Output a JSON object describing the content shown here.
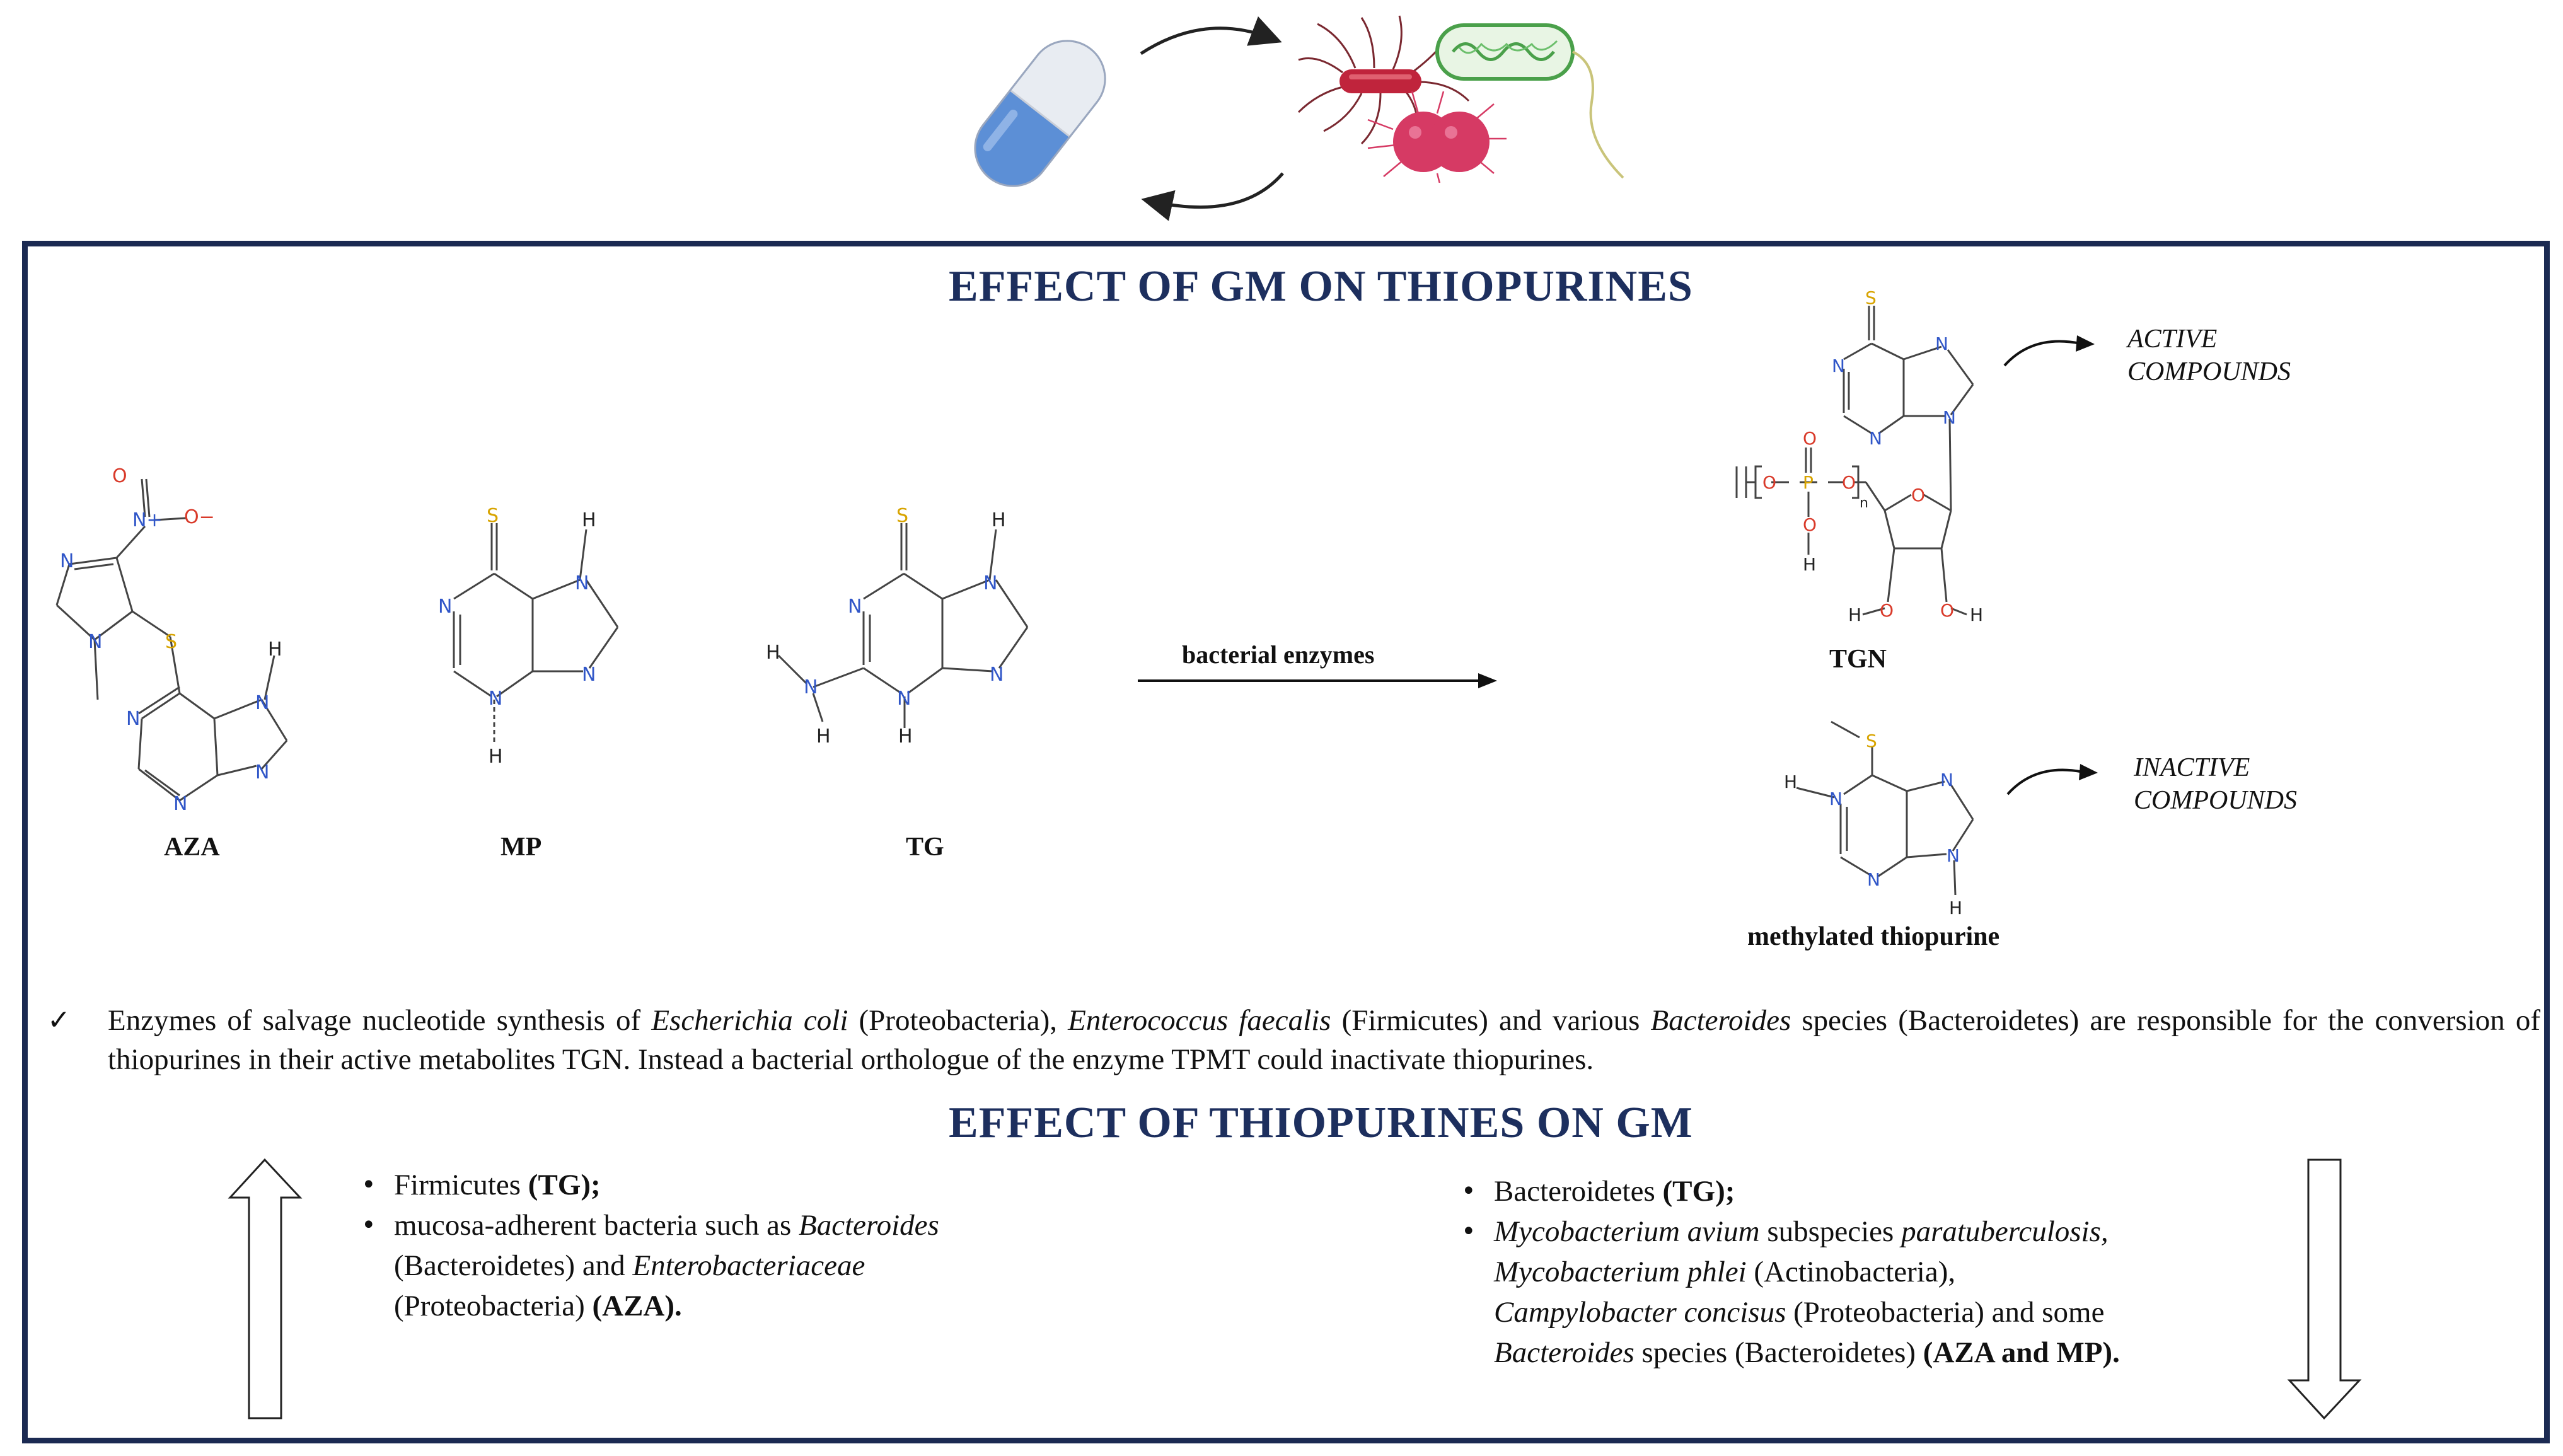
{
  "header": {
    "title": "EFFECT OF GM ON THIOPURINES"
  },
  "compounds": {
    "aza": "AZA",
    "mp": "MP",
    "tg": "TG",
    "tgn": "TGN",
    "methylated": "methylated thiopurine"
  },
  "reaction": {
    "arrow_label": "bacterial enzymes"
  },
  "outcomes": {
    "active_line1": "ACTIVE",
    "active_line2": "COMPOUNDS",
    "inactive_line1": "INACTIVE",
    "inactive_line2": "COMPOUNDS"
  },
  "check_note": {
    "p1": "Enzymes of salvage nucleotide synthesis of ",
    "i1": "Escherichia coli",
    "p2": " (Proteobacteria), ",
    "i2": "Enterococcus faecalis",
    "p3": " (Firmicutes) and various ",
    "i3": "Bacteroides",
    "p4": " species (Bacteroidetes) are responsible for the conversion of thiopurines in their active metabolites TGN. Instead a bacterial orthologue of the enzyme TPMT could inactivate thiopurines."
  },
  "section2": {
    "title": "EFFECT OF THIOPURINES ON GM"
  },
  "increase_list": {
    "item1_text": "Firmicutes ",
    "item1_bold": "(TG);",
    "item2_text": "mucosa-adherent bacteria such as ",
    "item2_i1": "Bacteroides",
    "item2_t2": " (Bacteroidetes) and ",
    "item2_i2": "Enterobacteriaceae",
    "item2_t3": " (Proteobacteria) ",
    "item2_bold": "(AZA)."
  },
  "decrease_list": {
    "item1_text": "Bacteroidetes ",
    "item1_bold": "(TG);",
    "item2_i1": "Mycobacterium avium",
    "item2_t1": " subspecies ",
    "item2_i2": "paratuberculosis,",
    "item2_i3": "Mycobacterium phlei",
    "item2_t2": " (Actinobacteria),",
    "item2_i4": "Campylobacter concisus",
    "item2_t3": " (Proteobacteria) and some",
    "item2_i5": "Bacteroides",
    "item2_t4": " species (Bacteroidetes) ",
    "item2_bold": "(AZA and MP)."
  },
  "atoms": {
    "n": "N",
    "s": "S",
    "o": "O",
    "h": "H",
    "p": "P",
    "n_plus": "N+",
    "o_minus": "O−",
    "subscript_n": "n"
  },
  "icons": {
    "drug": "capsule-icon",
    "microbes": "bacteria-icon",
    "cycle": "cycle-arrows-icon",
    "increase": "up-arrow-icon",
    "decrease": "down-arrow-icon"
  },
  "colors": {
    "title": "#1d2f5e",
    "frame": "#1b2a52",
    "nitrogen": "#3056c8",
    "sulfur": "#d8a400",
    "oxygen": "#d93a2a",
    "capsule_blue": "#5c8fd6",
    "bacteria_red": "#c0243c",
    "bacteria_pink": "#d63a64",
    "bacteria_green": "#4aa04a"
  }
}
